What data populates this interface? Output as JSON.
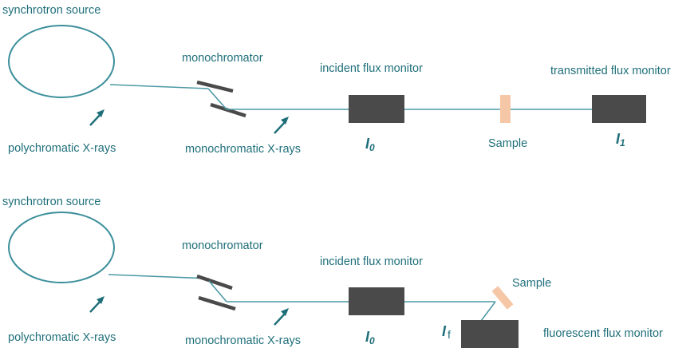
{
  "transmission_setup": {
    "source_label": "synchrotron source",
    "mono_label": "monochromator",
    "poly_label": "polychromatic X-rays",
    "mono_xray_label": "monochromatic X-rays",
    "incident_label": "incident flux monitor",
    "i0_main": "I",
    "i0_sub": "0",
    "sample_label": "Sample",
    "transmitted_label": "transmitted flux monitor",
    "i1_main": "I",
    "i1_sub": "1"
  },
  "fluorescence_setup": {
    "source_label": "synchrotron source",
    "mono_label": "monochromator",
    "poly_label": "polychromatic X-rays",
    "mono_xray_label": "monochromatic X-rays",
    "incident_label": "incident flux monitor",
    "i0_main": "I",
    "i0_sub": "0",
    "sample_label": "Sample",
    "if_main": "I",
    "if_sub": "f",
    "fluorescent_label": "fluorescent flux monitor"
  },
  "colors": {
    "text": "#1f6f7a",
    "beam": "#4d9aa5",
    "detector": "#4a4a4a",
    "sample": "#f6c7a6"
  }
}
